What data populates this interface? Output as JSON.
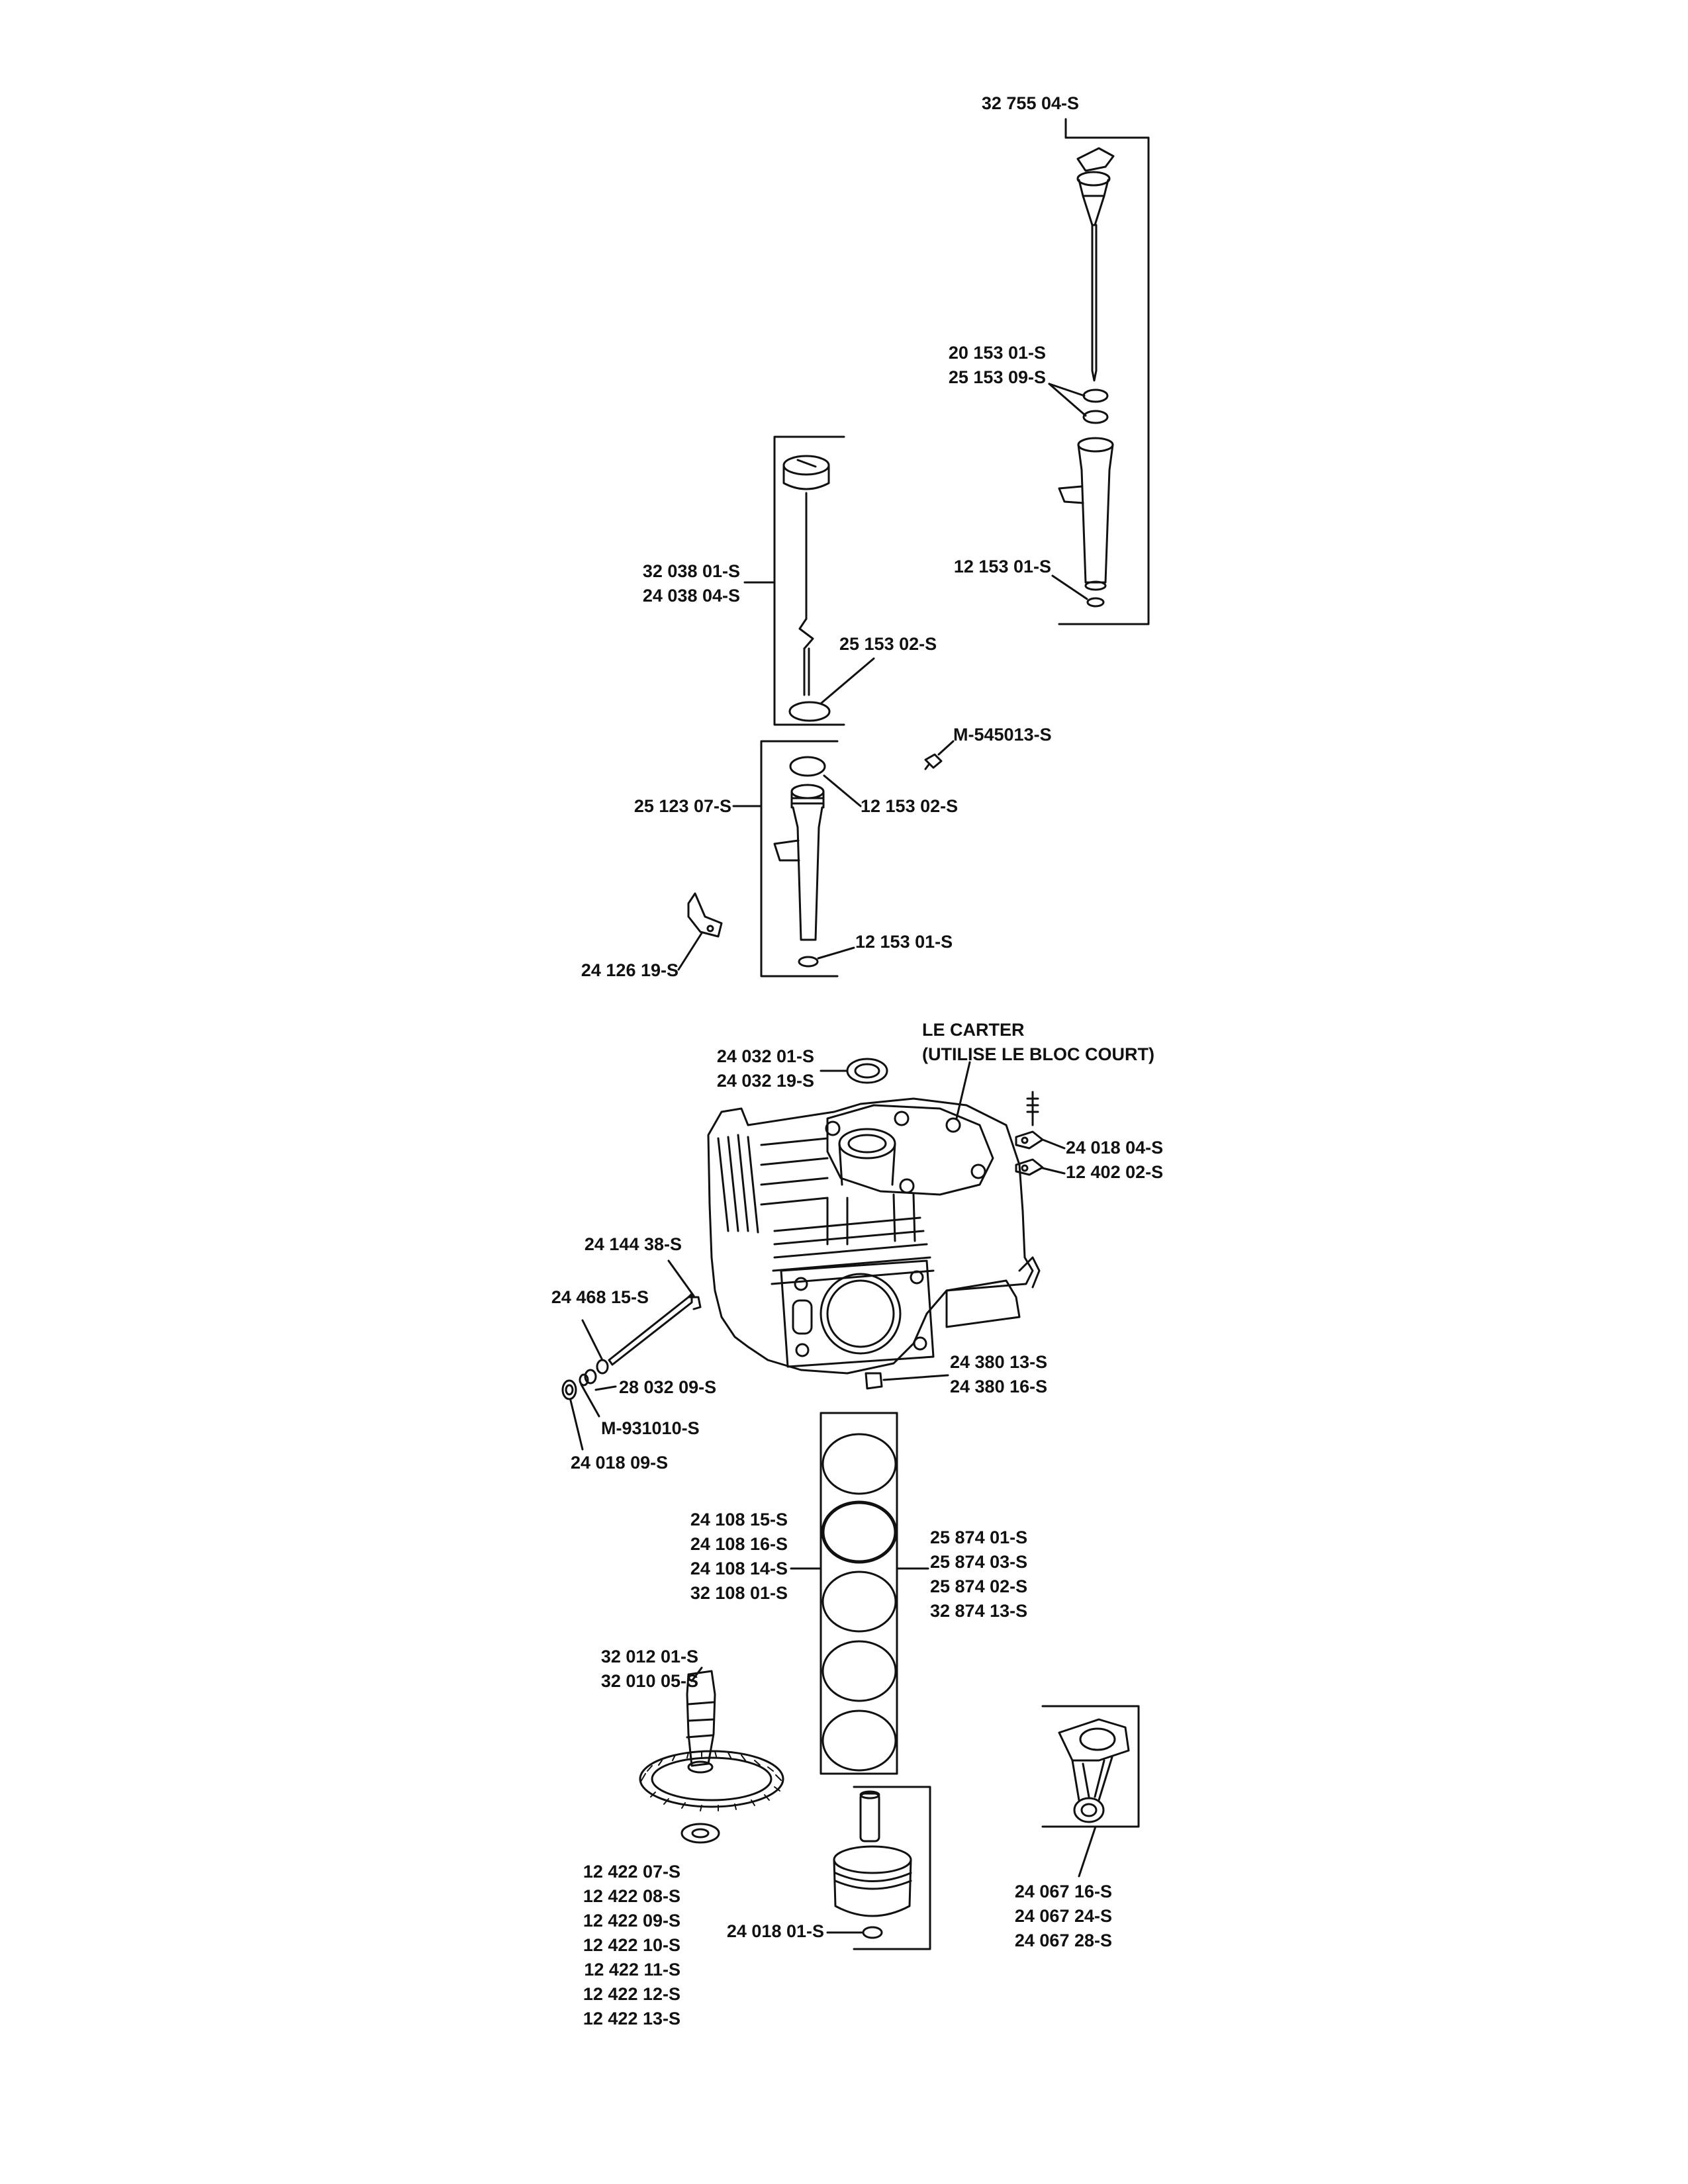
{
  "labels": {
    "dipstick_tall": "32 755 04-S",
    "oring_a": "20 153 01-S",
    "oring_b": "25 153 09-S",
    "tube_top_oring": "12 153 01-S",
    "dipstick_cap_a": "32 038 01-S",
    "dipstick_cap_b": "24 038 04-S",
    "dipstick_cap_oring": "25 153 02-S",
    "screw": "M-545013-S",
    "fill_tube": "25 123 07-S",
    "fill_tube_oring": "12 153 02-S",
    "fill_tube_bottom_oring": "12 153 01-S",
    "bracket": "24 126 19-S",
    "seal_a": "24 032 01-S",
    "seal_b": "24 032 19-S",
    "crankcase_line1": "LE CARTER",
    "crankcase_line2": "(UTILISE LE BLOC COURT)",
    "fitting_a": "24 018 04-S",
    "fitting_b": "12 402 02-S",
    "governor_shaft": "24 144 38-S",
    "governor_washer": "24 468 15-S",
    "shaft_clip": "28 032 09-S",
    "shaft_washer": "M-931010-S",
    "shaft_seal": "24 018 09-S",
    "plug_a": "24 380 13-S",
    "plug_b": "24 380 16-S",
    "rings_left": [
      "24 108 15-S",
      "24 108 16-S",
      "24 108 14-S",
      "32 108 01-S"
    ],
    "rings_right": [
      "25 874 01-S",
      "25 874 03-S",
      "25 874 02-S",
      "32 874 13-S"
    ],
    "camshaft": [
      "32 012 01-S",
      "32 010 05-S"
    ],
    "shims": [
      "12 422 07-S",
      "12 422 08-S",
      "12 422 09-S",
      "12 422 10-S",
      "12 422 11-S",
      "12 422 12-S",
      "12 422 13-S"
    ],
    "piston_clip": "24 018 01-S",
    "connecting_rod": [
      "24 067 16-S",
      "24 067 24-S",
      "24 067 28-S"
    ]
  }
}
